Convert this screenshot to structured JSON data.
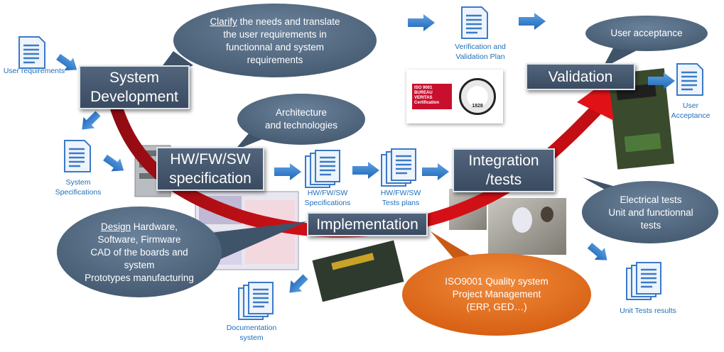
{
  "process_boxes": {
    "system_development": "System\nDevelopment",
    "hw_fw_sw_specification": "HW/FW/SW\nspecification",
    "integration_tests": "Integration\n/tests",
    "implementation": "Implementation",
    "validation": "Validation"
  },
  "bubbles": {
    "clarify": {
      "underlined": "Clarify",
      "rest": " the needs and translate",
      "lines": [
        "the user requirements  in",
        "functionnal  and system",
        "requirements"
      ]
    },
    "architecture": {
      "lines": [
        "Architecture",
        "and technologies"
      ]
    },
    "user_acceptance": {
      "lines": [
        "User acceptance"
      ]
    },
    "design": {
      "underlined": "Design",
      "rest": " Hardware,",
      "lines": [
        "Software, Firmware",
        "CAD of the boards and",
        "system",
        "Prototypes manufacturing"
      ]
    },
    "quality": {
      "lines": [
        "ISO9001 Quality system",
        "Project Management",
        "(ERP, GED…)"
      ]
    },
    "tests": {
      "lines": [
        "Electrical tests",
        "Unit and functionnal",
        "tests"
      ]
    }
  },
  "documents": {
    "user_requirements": "User requirements",
    "system_specifications": "System\nSpecifications",
    "verification_plan": "Verification and\nValidation Plan",
    "user_acceptance": "User\nAcceptance",
    "hw_fw_sw_specifications": "HW/FW/SW\nSpecifications",
    "hw_fw_sw_tests_plans": "HW/FW/SW\nTests plans",
    "documentation_system": "Documentation\nsystem",
    "unit_tests_results": "Unit Tests results"
  },
  "certification": {
    "iso_label": "ISO 9001",
    "company": "BUREAU VERITAS",
    "type": "Certification",
    "seal_year": "1828"
  },
  "colors": {
    "box_fill": "#475a71",
    "bubble_fill": "#526a84",
    "quality_bubble_fill": "#e06a1c",
    "arrow_blue": "#2f7fd2",
    "curve_red": "#d8101a",
    "label_blue": "#1f6fb8"
  }
}
